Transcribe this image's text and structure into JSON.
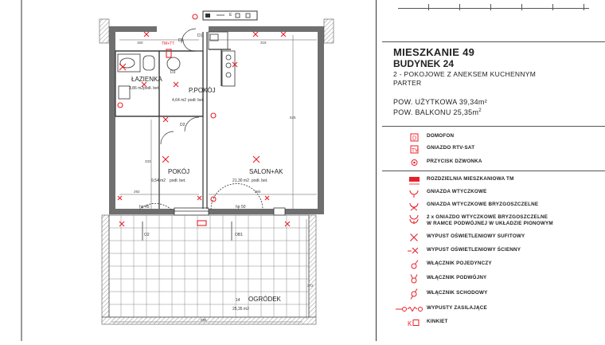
{
  "apartment": {
    "title": "MIESZKANIE 49",
    "building": "BUDYNEK 24",
    "type": "2 - POKOJOWE Z ANEKSEM KUCHENNYM",
    "floor": "PARTER",
    "usable_area": "POW. UŻYTKOWA 39,34m²",
    "balcony_area": "POW. BALKONU 25,35m",
    "balcony_sup": "2"
  },
  "legend": [
    {
      "icon": "intercom-icon",
      "label": "DOMOFON"
    },
    {
      "icon": "tv-socket-icon",
      "label": "GNIAZDO RTV-SAT"
    },
    {
      "icon": "doorbell-button-icon",
      "label": "PRZYCISK DZWONKA"
    },
    {
      "icon": "distribution-board-icon",
      "label": "ROZDZIELNIA MIESZKANIOWA TM"
    },
    {
      "icon": "socket-icon",
      "label": "GNIAZDA WTYCZKOWE"
    },
    {
      "icon": "splashproof-socket-icon",
      "label": "GNIAZDA WTYCZKOWE BRYZGOSZCZELNE"
    },
    {
      "icon": "double-splashproof-socket-icon",
      "label": "2 x GNIAZDO WTYCZKOWE BRYZGOSZCZELNE",
      "label2": "W RAMCE PODWÓJNEJ W UKŁADZIE PIONOWYM"
    },
    {
      "icon": "ceiling-light-icon",
      "label": "WYPUST OŚWIETLENIOWY SUFITOWY"
    },
    {
      "icon": "wall-light-icon",
      "label": "WYPUST OŚWIETLENIOWY ŚCIENNY"
    },
    {
      "icon": "single-switch-icon",
      "label": "WŁĄCZNIK POJEDYNCZY"
    },
    {
      "icon": "double-switch-icon",
      "label": "WŁĄCZNIK PODWÓJNY"
    },
    {
      "icon": "staircase-switch-icon",
      "label": "WŁĄCZNIK SCHODOWY"
    },
    {
      "icon": "power-outlet-icon",
      "label": "WYPUSTY ZASILAJĄCE"
    },
    {
      "icon": "kinkiet-icon",
      "label": "KINKIET"
    }
  ],
  "plan": {
    "rooms": [
      {
        "name": "ŁAZIENKA",
        "area": "3,86 m2",
        "floor": "podł. bet."
      },
      {
        "name": "P.POKÓJ",
        "area": "4,64 m2",
        "floor": "podł. bet."
      },
      {
        "name": "POKÓJ",
        "area": "9,54 m2",
        "floor": "podł. bet."
      },
      {
        "name": "SALON+AK",
        "area": "21,30 m2",
        "floor": "podł. bet."
      },
      {
        "name": "OGRÓDEK",
        "number": "14",
        "area": "25,35 m2"
      }
    ],
    "dims": {
      "d150": "150",
      "d318": "318",
      "d625": "625",
      "d333": "333",
      "d292": "292",
      "d365": "365",
      "d695": "695",
      "d372": "372"
    },
    "doors": {
      "d3": "D3",
      "d2a": "D2",
      "d2b": "D2",
      "d1": "D1"
    },
    "windows": {
      "hp45": "hp 45",
      "hp50": "hp 50",
      "o2": "O2",
      "ob1": "OB1"
    },
    "small_labels": {
      "tm": "TM+TT",
      "e": "E"
    }
  },
  "colors": {
    "wall": "#6f6f6f",
    "electric": "#e8202a",
    "line": "#333333"
  }
}
